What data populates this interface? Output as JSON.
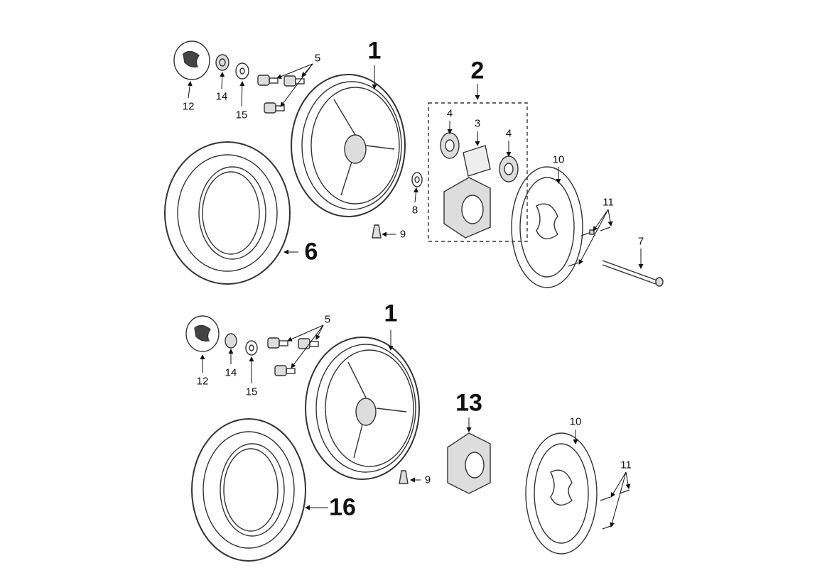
{
  "title": "Wheel assembly exploded parts diagram",
  "top_assembly": {
    "labels": {
      "wheel": "1",
      "hub_kit": "2",
      "spacer": "3",
      "bearing_left": "4",
      "bearing_right": "4",
      "bolts": "5",
      "tire": "6",
      "axle": "7",
      "washer": "8",
      "valve": "9",
      "disc": "10",
      "disc_screws": "11",
      "emblem": "12",
      "nut": "14",
      "washer_small": "15"
    }
  },
  "bottom_assembly": {
    "labels": {
      "wheel": "1",
      "bolts": "5",
      "valve": "9",
      "disc": "10",
      "disc_screws": "11",
      "emblem": "12",
      "hub": "13",
      "nut": "14",
      "washer_small": "15",
      "tire": "16"
    }
  }
}
